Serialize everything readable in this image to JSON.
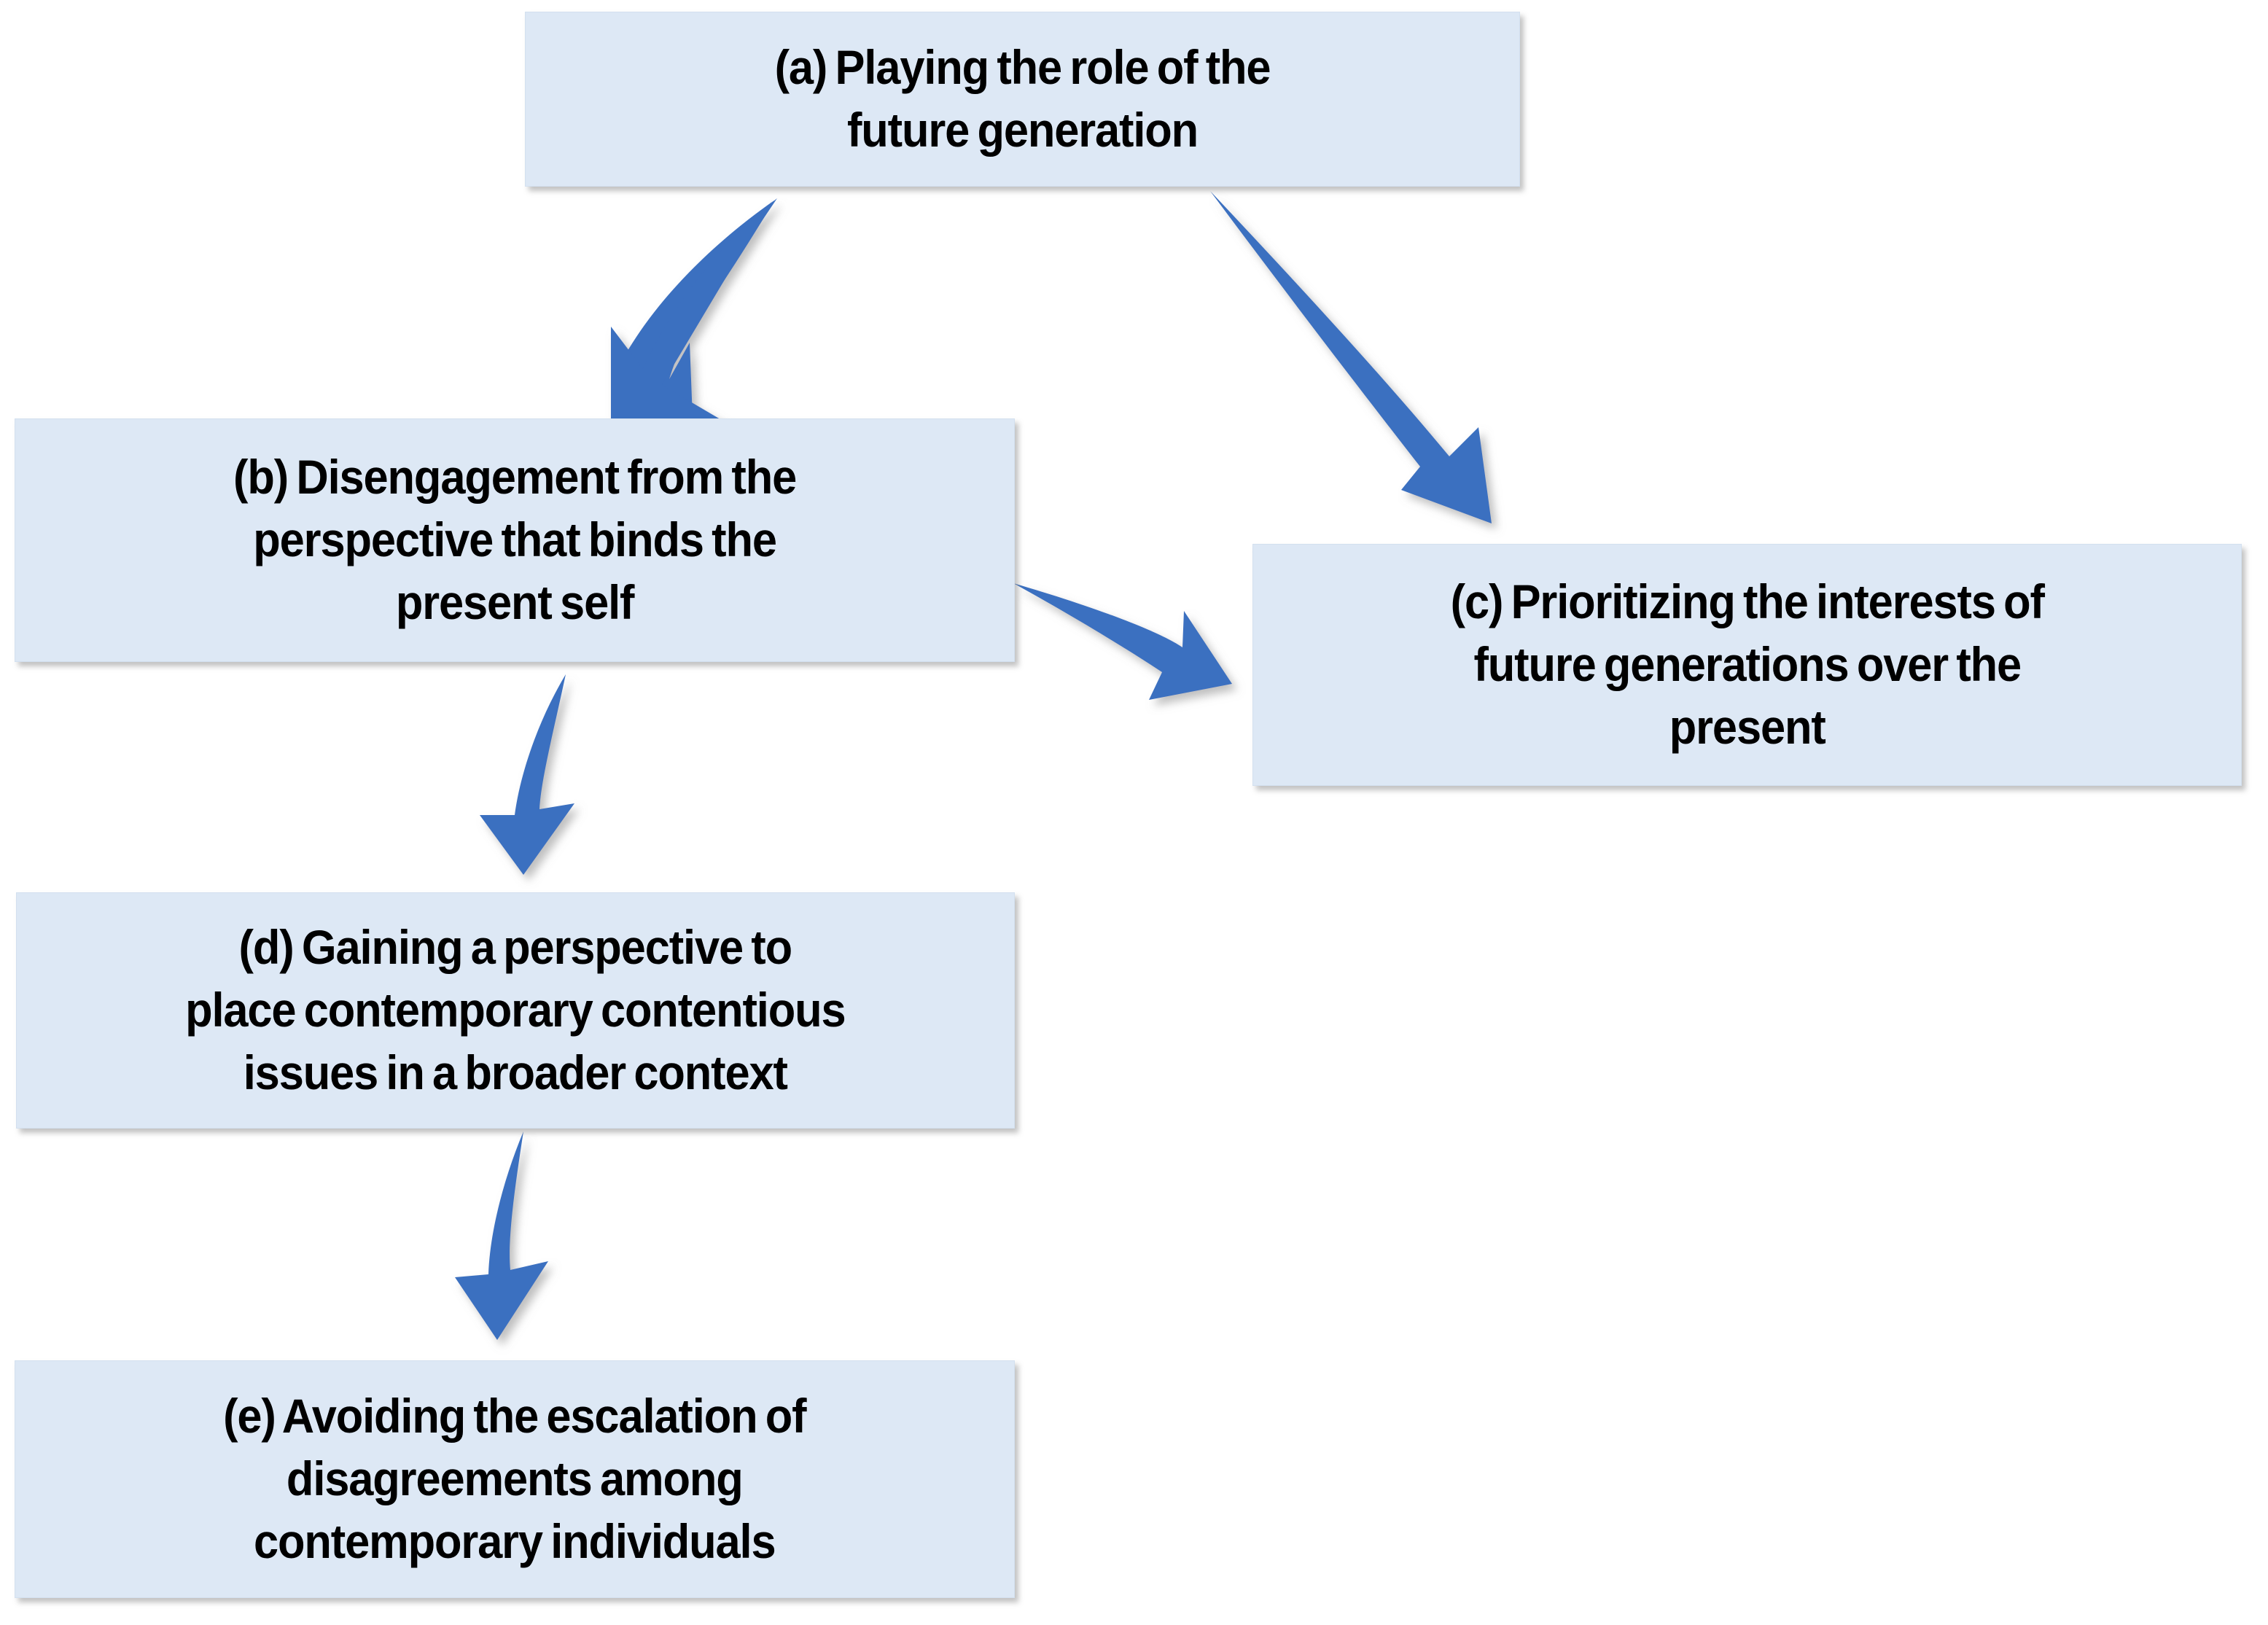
{
  "diagram": {
    "type": "flowchart",
    "title": "",
    "background_color": "#ffffff",
    "node_fill_color": "#dde8f5",
    "node_text_color": "#000000",
    "arrow_color": "#3b6fc0",
    "nodes": [
      {
        "id": "a",
        "label": "(a) Playing the role of the future generation",
        "lines": [
          "(a) Playing the role of the",
          "future generation"
        ]
      },
      {
        "id": "b",
        "label": "(b) Disengagement from the perspective that binds the present self",
        "lines": [
          "(b) Disengagement from the",
          "perspective that binds the",
          "present self"
        ]
      },
      {
        "id": "c",
        "label": "(c) Prioritizing the interests of future generations over the present",
        "lines": [
          "(c) Prioritizing the interests of",
          "future generations over the",
          "present"
        ]
      },
      {
        "id": "d",
        "label": "(d) Gaining a perspective to place contemporary contentious issues in a broader context",
        "lines": [
          "(d) Gaining a perspective to",
          "place contemporary contentious",
          "issues in a broader context"
        ]
      },
      {
        "id": "e",
        "label": "(e) Avoiding the escalation of disagreements among contemporary individuals",
        "lines": [
          "(e) Avoiding the escalation of",
          "disagreements among",
          "contemporary individuals"
        ]
      }
    ],
    "edges": [
      {
        "id": "a-b",
        "from": "a",
        "to": "b",
        "label": "",
        "style": "curved-arrow"
      },
      {
        "id": "a-c",
        "from": "a",
        "to": "c",
        "label": "",
        "style": "curved-arrow"
      },
      {
        "id": "b-c",
        "from": "b",
        "to": "c",
        "label": "",
        "style": "curved-arrow"
      },
      {
        "id": "b-d",
        "from": "b",
        "to": "d",
        "label": "",
        "style": "curved-arrow"
      },
      {
        "id": "d-e",
        "from": "d",
        "to": "e",
        "label": "",
        "style": "curved-arrow"
      }
    ]
  }
}
